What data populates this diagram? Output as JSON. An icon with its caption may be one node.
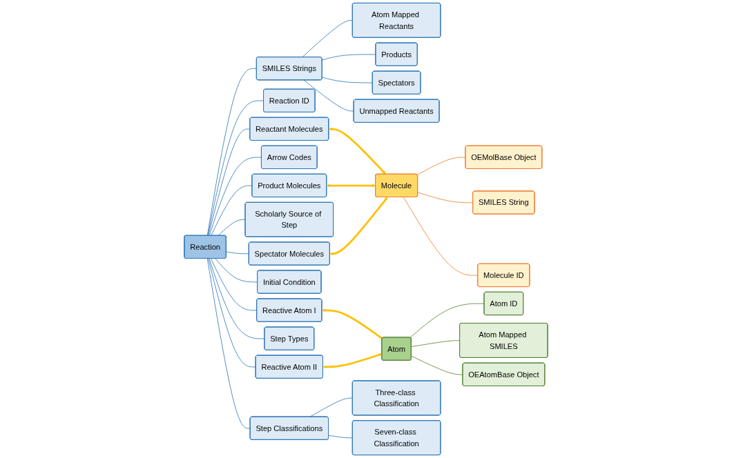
{
  "diagram": {
    "nodes": [
      {
        "text": [
          "Reaction"
        ]
      },
      {
        "text": [
          "Atom Mapped Reactants"
        ]
      },
      {
        "text": [
          "Products"
        ]
      },
      {
        "text": [
          "Spectators"
        ]
      },
      {
        "text": [
          "Unmapped Reactants"
        ]
      },
      {
        "text": [
          "SMILES Strings"
        ]
      },
      {
        "text": [
          "Reaction ID"
        ]
      },
      {
        "text": [
          "Reactant Molecules"
        ]
      },
      {
        "text": [
          "Molecule"
        ]
      },
      {
        "text": [
          "OEMolBase Object"
        ]
      },
      {
        "text": [
          "SMILES String"
        ]
      },
      {
        "text": [
          "Molecule ID"
        ]
      },
      {
        "text": [
          "Arrow Codes"
        ]
      },
      {
        "text": [
          "Product Molecules"
        ]
      },
      {
        "text": [
          "Scholarly Source of Step"
        ]
      },
      {
        "text": [
          "Spectator Molecules"
        ]
      },
      {
        "text": [
          "Initial Condition"
        ]
      },
      {
        "text": [
          "Reactive Atom I"
        ]
      },
      {
        "text": [
          "Atom"
        ]
      },
      {
        "text": [
          "Atom ID"
        ]
      },
      {
        "text": [
          "Step Types"
        ]
      },
      {
        "text": [
          "Reactive Atom II"
        ]
      },
      {
        "text": [
          "Atom Mapped SMILES"
        ]
      },
      {
        "text": [
          "Step Classifications"
        ]
      },
      {
        "text": [
          "OEAtomBase Object"
        ]
      },
      {
        "text": [
          "Three-class Classification"
        ]
      },
      {
        "text": [
          "Seven-class Classification"
        ]
      }
    ],
    "edges": [
      {
        "from": 0,
        "to": 5,
        "arrow": "none"
      },
      {
        "from": 0,
        "to": 6,
        "arrow": "none"
      },
      {
        "from": 0,
        "to": 7,
        "arrow": "none"
      },
      {
        "from": 0,
        "to": 12,
        "arrow": "none"
      },
      {
        "from": 0,
        "to": 13,
        "arrow": "none"
      },
      {
        "from": 0,
        "to": 14,
        "arrow": "none"
      },
      {
        "from": 0,
        "to": 15,
        "arrow": "none"
      },
      {
        "from": 0,
        "to": 16,
        "arrow": "none"
      },
      {
        "from": 0,
        "to": 17,
        "arrow": "none"
      },
      {
        "from": 0,
        "to": 20,
        "arrow": "none"
      },
      {
        "from": 0,
        "to": 21,
        "arrow": "none"
      },
      {
        "from": 0,
        "to": 23,
        "arrow": "none"
      },
      {
        "from": 5,
        "to": 1,
        "arrow": "none"
      },
      {
        "from": 5,
        "to": 2,
        "arrow": "none"
      },
      {
        "from": 5,
        "to": 3,
        "arrow": "none"
      },
      {
        "from": 5,
        "to": 4,
        "arrow": "none"
      },
      {
        "from": 23,
        "to": 25,
        "arrow": "none"
      },
      {
        "from": 23,
        "to": 26,
        "arrow": "none"
      },
      {
        "from": 7,
        "to": 8,
        "arrow": "both",
        "style": "thick",
        "color": "#ffc000"
      },
      {
        "from": 13,
        "to": 8,
        "arrow": "both",
        "style": "thick",
        "color": "#ffc000"
      },
      {
        "from": 15,
        "to": 8,
        "arrow": "both",
        "style": "thick",
        "color": "#ffc000"
      },
      {
        "from": 17,
        "to": 18,
        "arrow": "both",
        "style": "thick",
        "color": "#ffc000"
      },
      {
        "from": 21,
        "to": 18,
        "arrow": "both",
        "style": "thick",
        "color": "#ffc000"
      },
      {
        "from": 8,
        "to": 9,
        "arrow": "none",
        "color": "#ed7d31"
      },
      {
        "from": 8,
        "to": 10,
        "arrow": "none",
        "color": "#ed7d31"
      },
      {
        "from": 8,
        "to": 11,
        "arrow": "none",
        "color": "#ed7d31"
      },
      {
        "from": 18,
        "to": 19,
        "arrow": "none",
        "color": "#548235"
      },
      {
        "from": 18,
        "to": 22,
        "arrow": "none",
        "color": "#548235"
      },
      {
        "from": 18,
        "to": 24,
        "arrow": "none",
        "color": "#548235"
      }
    ]
  }
}
